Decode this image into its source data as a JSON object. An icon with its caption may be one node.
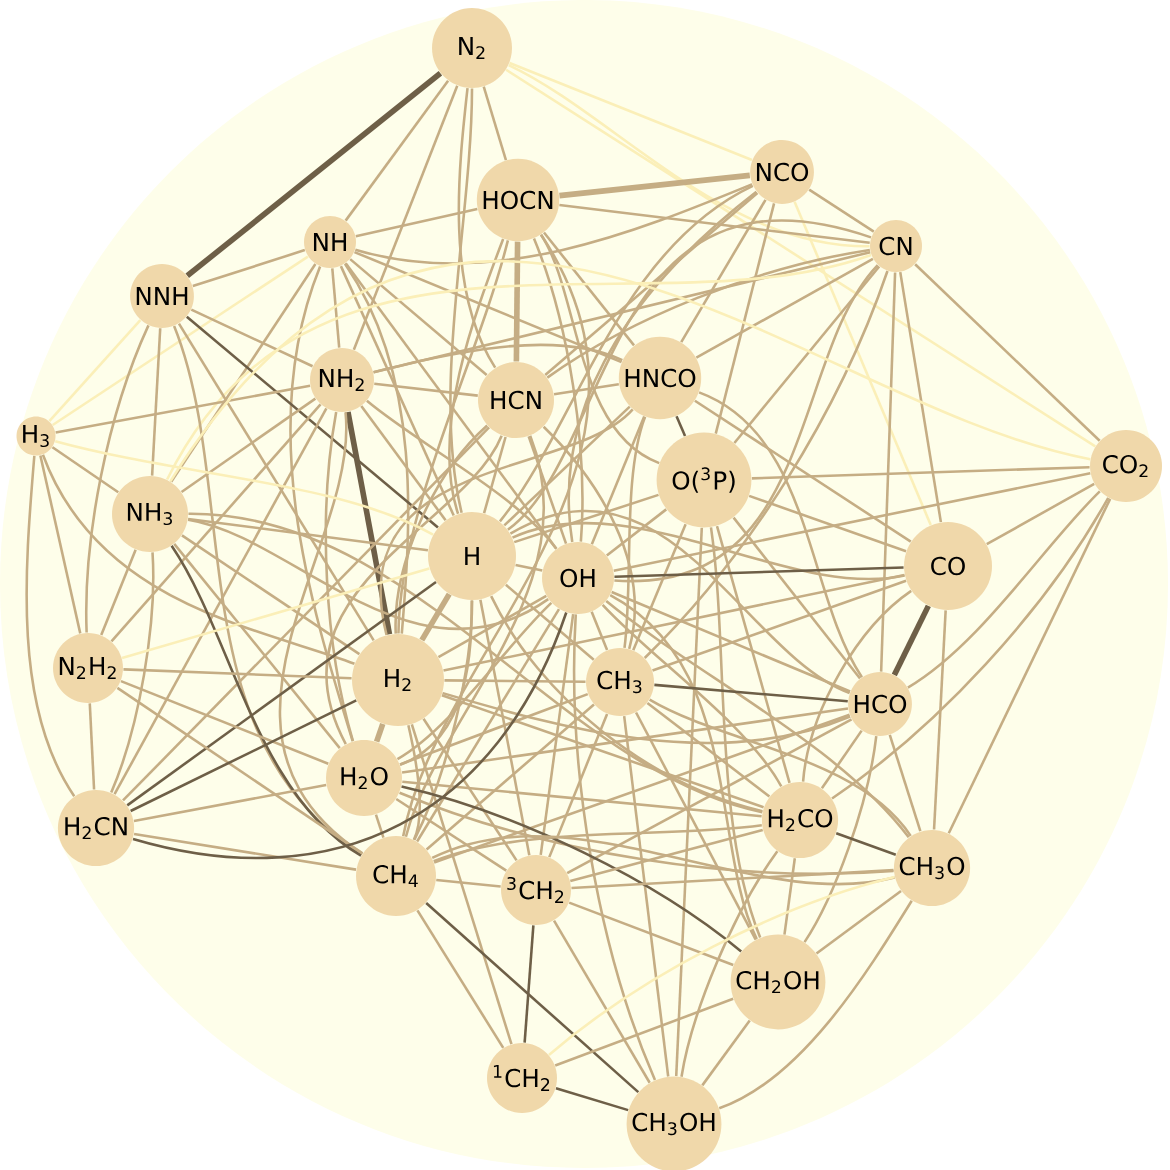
{
  "diagram": {
    "nodes": [
      {
        "text": [
          "N$_{2}$"
        ]
      },
      {
        "text": [
          "NCO"
        ]
      },
      {
        "text": [
          "HOCN"
        ]
      },
      {
        "text": [
          "NH"
        ]
      },
      {
        "text": [
          "CN"
        ]
      },
      {
        "text": [
          "NNH"
        ]
      },
      {
        "text": [
          "NH$_{2}$"
        ]
      },
      {
        "text": [
          "HCN"
        ]
      },
      {
        "text": [
          "HNCO"
        ]
      },
      {
        "text": [
          "H$_{3}$"
        ]
      },
      {
        "text": [
          "O($^{3}$P)"
        ]
      },
      {
        "text": [
          "CO$_{2}$"
        ]
      },
      {
        "text": [
          "NH$_{3}$"
        ]
      },
      {
        "text": [
          "H"
        ]
      },
      {
        "text": [
          "OH"
        ]
      },
      {
        "text": [
          "CO"
        ]
      },
      {
        "text": [
          "N$_{2}$H$_{2}$"
        ]
      },
      {
        "text": [
          "H$_{2}$"
        ]
      },
      {
        "text": [
          "CH$_{3}$"
        ]
      },
      {
        "text": [
          "HCO"
        ]
      },
      {
        "text": [
          "H$_{2}$O"
        ]
      },
      {
        "text": [
          "H$_{2}$CN"
        ]
      },
      {
        "text": [
          "CH$_{4}$"
        ]
      },
      {
        "text": [
          "$^{3}$CH$_{2}$"
        ]
      },
      {
        "text": [
          "H$_{2}$CO"
        ]
      },
      {
        "text": [
          "CH$_{3}$O"
        ]
      },
      {
        "text": [
          "CH$_{2}$OH"
        ]
      },
      {
        "text": [
          "$^{1}$CH$_{2}$"
        ]
      },
      {
        "text": [
          "CH$_{3}$OH"
        ]
      }
    ],
    "edges": [
      {
        "from": 0,
        "to": 5,
        "arrow": "none",
        "style": "thick",
        "color": "#6e5f47"
      },
      {
        "from": 0,
        "to": 3,
        "arrow": "none"
      },
      {
        "from": 0,
        "to": 2,
        "arrow": "none"
      },
      {
        "from": 0,
        "to": 7,
        "arrow": "none"
      },
      {
        "from": 0,
        "to": 1,
        "arrow": "none",
        "color": "#fbefb8"
      },
      {
        "from": 0,
        "to": 4,
        "arrow": "none",
        "color": "#fbefb8"
      },
      {
        "from": 0,
        "to": 11,
        "arrow": "none",
        "color": "#fbefb8"
      },
      {
        "from": 0,
        "to": 13,
        "arrow": "none"
      },
      {
        "from": 0,
        "to": 6,
        "arrow": "none"
      },
      {
        "from": 1,
        "to": 2,
        "arrow": "none",
        "style": "thick"
      },
      {
        "from": 1,
        "to": 4,
        "arrow": "none"
      },
      {
        "from": 1,
        "to": 8,
        "arrow": "none"
      },
      {
        "from": 1,
        "to": 7,
        "arrow": "none"
      },
      {
        "from": 1,
        "to": 14,
        "arrow": "none"
      },
      {
        "from": 1,
        "to": 10,
        "arrow": "none"
      },
      {
        "from": 1,
        "to": 15,
        "arrow": "none",
        "color": "#fbefb8"
      },
      {
        "from": 1,
        "to": 13,
        "arrow": "none"
      },
      {
        "from": 1,
        "to": 3,
        "arrow": "none"
      },
      {
        "from": 2,
        "to": 7,
        "arrow": "none",
        "style": "thick"
      },
      {
        "from": 2,
        "to": 13,
        "arrow": "none"
      },
      {
        "from": 2,
        "to": 14,
        "arrow": "none"
      },
      {
        "from": 2,
        "to": 8,
        "arrow": "none"
      },
      {
        "from": 2,
        "to": 3,
        "arrow": "none"
      },
      {
        "from": 2,
        "to": 4,
        "arrow": "none"
      },
      {
        "from": 2,
        "to": 22,
        "arrow": "none"
      },
      {
        "from": 2,
        "to": 17,
        "arrow": "none"
      },
      {
        "from": 2,
        "to": 10,
        "arrow": "none"
      },
      {
        "from": 3,
        "to": 5,
        "arrow": "none"
      },
      {
        "from": 3,
        "to": 6,
        "arrow": "none"
      },
      {
        "from": 3,
        "to": 13,
        "arrow": "none"
      },
      {
        "from": 3,
        "to": 17,
        "arrow": "none"
      },
      {
        "from": 3,
        "to": 7,
        "arrow": "none"
      },
      {
        "from": 3,
        "to": 8,
        "arrow": "none"
      },
      {
        "from": 3,
        "to": 14,
        "arrow": "none"
      },
      {
        "from": 3,
        "to": 12,
        "arrow": "none"
      },
      {
        "from": 3,
        "to": 9,
        "arrow": "none",
        "color": "#fbefb8"
      },
      {
        "from": 3,
        "to": 20,
        "arrow": "none"
      },
      {
        "from": 4,
        "to": 10,
        "arrow": "none"
      },
      {
        "from": 4,
        "to": 15,
        "arrow": "none"
      },
      {
        "from": 4,
        "to": 8,
        "arrow": "none"
      },
      {
        "from": 4,
        "to": 14,
        "arrow": "none"
      },
      {
        "from": 4,
        "to": 11,
        "arrow": "none"
      },
      {
        "from": 4,
        "to": 7,
        "arrow": "none"
      },
      {
        "from": 4,
        "to": 13,
        "arrow": "none"
      },
      {
        "from": 4,
        "to": 19,
        "arrow": "none"
      },
      {
        "from": 4,
        "to": 6,
        "arrow": "none"
      },
      {
        "from": 4,
        "to": 12,
        "arrow": "none",
        "color": "#fbefb8"
      },
      {
        "from": 4,
        "to": 18,
        "arrow": "none"
      },
      {
        "from": 5,
        "to": 9,
        "arrow": "none",
        "color": "#fbefb8"
      },
      {
        "from": 5,
        "to": 12,
        "arrow": "none"
      },
      {
        "from": 5,
        "to": 6,
        "arrow": "none"
      },
      {
        "from": 5,
        "to": 13,
        "arrow": "none",
        "color": "#6e5f47"
      },
      {
        "from": 5,
        "to": 17,
        "arrow": "none"
      },
      {
        "from": 5,
        "to": 16,
        "arrow": "none"
      },
      {
        "from": 5,
        "to": 22,
        "arrow": "none"
      },
      {
        "from": 6,
        "to": 12,
        "arrow": "none"
      },
      {
        "from": 6,
        "to": 9,
        "arrow": "none"
      },
      {
        "from": 6,
        "to": 13,
        "arrow": "none"
      },
      {
        "from": 6,
        "to": 17,
        "arrow": "none",
        "style": "thick",
        "color": "#6e5f47"
      },
      {
        "from": 6,
        "to": 7,
        "arrow": "none"
      },
      {
        "from": 6,
        "to": 8,
        "arrow": "none"
      },
      {
        "from": 6,
        "to": 14,
        "arrow": "none"
      },
      {
        "from": 6,
        "to": 20,
        "arrow": "none"
      },
      {
        "from": 6,
        "to": 22,
        "arrow": "none"
      },
      {
        "from": 6,
        "to": 16,
        "arrow": "none"
      },
      {
        "from": 6,
        "to": 21,
        "arrow": "none"
      },
      {
        "from": 7,
        "to": 8,
        "arrow": "none"
      },
      {
        "from": 7,
        "to": 13,
        "arrow": "none"
      },
      {
        "from": 7,
        "to": 14,
        "arrow": "none"
      },
      {
        "from": 7,
        "to": 21,
        "arrow": "none"
      },
      {
        "from": 7,
        "to": 17,
        "arrow": "none"
      },
      {
        "from": 7,
        "to": 18,
        "arrow": "none"
      },
      {
        "from": 7,
        "to": 22,
        "arrow": "none"
      },
      {
        "from": 7,
        "to": 20,
        "arrow": "none"
      },
      {
        "from": 8,
        "to": 10,
        "arrow": "none",
        "color": "#6e5f47"
      },
      {
        "from": 8,
        "to": 14,
        "arrow": "none"
      },
      {
        "from": 8,
        "to": 13,
        "arrow": "none"
      },
      {
        "from": 8,
        "to": 15,
        "arrow": "none"
      },
      {
        "from": 8,
        "to": 17,
        "arrow": "none"
      },
      {
        "from": 8,
        "to": 18,
        "arrow": "none"
      },
      {
        "from": 8,
        "to": 19,
        "arrow": "none"
      },
      {
        "from": 9,
        "to": 12,
        "arrow": "none"
      },
      {
        "from": 9,
        "to": 13,
        "arrow": "none",
        "color": "#fbefb8"
      },
      {
        "from": 9,
        "to": 16,
        "arrow": "none"
      },
      {
        "from": 9,
        "to": 17,
        "arrow": "none"
      },
      {
        "from": 9,
        "to": 21,
        "arrow": "none"
      },
      {
        "from": 10,
        "to": 11,
        "arrow": "none"
      },
      {
        "from": 10,
        "to": 14,
        "arrow": "none"
      },
      {
        "from": 10,
        "to": 15,
        "arrow": "none"
      },
      {
        "from": 10,
        "to": 18,
        "arrow": "none"
      },
      {
        "from": 10,
        "to": 19,
        "arrow": "none"
      },
      {
        "from": 10,
        "to": 13,
        "arrow": "none"
      },
      {
        "from": 10,
        "to": 24,
        "arrow": "none"
      },
      {
        "from": 10,
        "to": 26,
        "arrow": "none"
      },
      {
        "from": 10,
        "to": 28,
        "arrow": "none"
      },
      {
        "from": 11,
        "to": 15,
        "arrow": "none"
      },
      {
        "from": 11,
        "to": 19,
        "arrow": "none"
      },
      {
        "from": 11,
        "to": 14,
        "arrow": "none"
      },
      {
        "from": 11,
        "to": 25,
        "arrow": "none"
      },
      {
        "from": 11,
        "to": 24,
        "arrow": "none"
      },
      {
        "from": 11,
        "to": 12,
        "arrow": "none",
        "color": "#fbefb8"
      },
      {
        "from": 12,
        "to": 13,
        "arrow": "none"
      },
      {
        "from": 12,
        "to": 17,
        "arrow": "none"
      },
      {
        "from": 12,
        "to": 22,
        "arrow": "none",
        "color": "#6e5f47"
      },
      {
        "from": 12,
        "to": 14,
        "arrow": "none"
      },
      {
        "from": 12,
        "to": 20,
        "arrow": "none"
      },
      {
        "from": 12,
        "to": 16,
        "arrow": "none"
      },
      {
        "from": 12,
        "to": 21,
        "arrow": "none"
      },
      {
        "from": 12,
        "to": 24,
        "arrow": "none"
      },
      {
        "from": 13,
        "to": 14,
        "arrow": "none"
      },
      {
        "from": 13,
        "to": 17,
        "arrow": "none",
        "style": "thick"
      },
      {
        "from": 13,
        "to": 15,
        "arrow": "none"
      },
      {
        "from": 13,
        "to": 18,
        "arrow": "none"
      },
      {
        "from": 13,
        "to": 19,
        "arrow": "none"
      },
      {
        "from": 13,
        "to": 20,
        "arrow": "none"
      },
      {
        "from": 13,
        "to": 22,
        "arrow": "none"
      },
      {
        "from": 13,
        "to": 23,
        "arrow": "none"
      },
      {
        "from": 13,
        "to": 24,
        "arrow": "none"
      },
      {
        "from": 13,
        "to": 21,
        "arrow": "none",
        "color": "#6e5f47"
      },
      {
        "from": 13,
        "to": 16,
        "arrow": "none",
        "color": "#fbefb8"
      },
      {
        "from": 14,
        "to": 15,
        "arrow": "none",
        "color": "#6e5f47"
      },
      {
        "from": 14,
        "to": 17,
        "arrow": "none"
      },
      {
        "from": 14,
        "to": 18,
        "arrow": "none"
      },
      {
        "from": 14,
        "to": 19,
        "arrow": "none"
      },
      {
        "from": 14,
        "to": 20,
        "arrow": "none"
      },
      {
        "from": 14,
        "to": 22,
        "arrow": "none"
      },
      {
        "from": 14,
        "to": 23,
        "arrow": "none"
      },
      {
        "from": 14,
        "to": 24,
        "arrow": "none"
      },
      {
        "from": 14,
        "to": 25,
        "arrow": "none"
      },
      {
        "from": 14,
        "to": 26,
        "arrow": "none"
      },
      {
        "from": 14,
        "to": 28,
        "arrow": "none"
      },
      {
        "from": 15,
        "to": 19,
        "arrow": "none",
        "style": "thick",
        "color": "#6e5f47"
      },
      {
        "from": 15,
        "to": 24,
        "arrow": "none"
      },
      {
        "from": 15,
        "to": 25,
        "arrow": "none"
      },
      {
        "from": 15,
        "to": 18,
        "arrow": "none"
      },
      {
        "from": 15,
        "to": 17,
        "arrow": "none"
      },
      {
        "from": 16,
        "to": 17,
        "arrow": "none"
      },
      {
        "from": 16,
        "to": 21,
        "arrow": "none"
      },
      {
        "from": 16,
        "to": 22,
        "arrow": "none"
      },
      {
        "from": 16,
        "to": 20,
        "arrow": "none"
      },
      {
        "from": 17,
        "to": 18,
        "arrow": "none"
      },
      {
        "from": 17,
        "to": 20,
        "arrow": "none",
        "style": "thick"
      },
      {
        "from": 17,
        "to": 22,
        "arrow": "none"
      },
      {
        "from": 17,
        "to": 23,
        "arrow": "none"
      },
      {
        "from": 17,
        "to": 24,
        "arrow": "none"
      },
      {
        "from": 17,
        "to": 19,
        "arrow": "none"
      },
      {
        "from": 17,
        "to": 21,
        "arrow": "none",
        "color": "#6e5f47"
      },
      {
        "from": 17,
        "to": 27,
        "arrow": "none"
      },
      {
        "from": 18,
        "to": 19,
        "arrow": "none",
        "color": "#6e5f47"
      },
      {
        "from": 18,
        "to": 22,
        "arrow": "none"
      },
      {
        "from": 18,
        "to": 23,
        "arrow": "none"
      },
      {
        "from": 18,
        "to": 24,
        "arrow": "none"
      },
      {
        "from": 18,
        "to": 25,
        "arrow": "none"
      },
      {
        "from": 18,
        "to": 26,
        "arrow": "none"
      },
      {
        "from": 18,
        "to": 28,
        "arrow": "none"
      },
      {
        "from": 18,
        "to": 20,
        "arrow": "none"
      },
      {
        "from": 19,
        "to": 24,
        "arrow": "none"
      },
      {
        "from": 19,
        "to": 25,
        "arrow": "none"
      },
      {
        "from": 19,
        "to": 20,
        "arrow": "none"
      },
      {
        "from": 19,
        "to": 22,
        "arrow": "none"
      },
      {
        "from": 19,
        "to": 23,
        "arrow": "none"
      },
      {
        "from": 19,
        "to": 26,
        "arrow": "none"
      },
      {
        "from": 20,
        "to": 22,
        "arrow": "none"
      },
      {
        "from": 20,
        "to": 24,
        "arrow": "none"
      },
      {
        "from": 20,
        "to": 23,
        "arrow": "none"
      },
      {
        "from": 20,
        "to": 25,
        "arrow": "none"
      },
      {
        "from": 20,
        "to": 26,
        "arrow": "none",
        "color": "#6e5f47"
      },
      {
        "from": 20,
        "to": 21,
        "arrow": "none"
      },
      {
        "from": 21,
        "to": 22,
        "arrow": "none"
      },
      {
        "from": 21,
        "to": 14,
        "arrow": "none",
        "color": "#6e5f47"
      },
      {
        "from": 22,
        "to": 23,
        "arrow": "none"
      },
      {
        "from": 22,
        "to": 24,
        "arrow": "none"
      },
      {
        "from": 22,
        "to": 27,
        "arrow": "none"
      },
      {
        "from": 22,
        "to": 28,
        "arrow": "none",
        "color": "#6e5f47"
      },
      {
        "from": 22,
        "to": 25,
        "arrow": "none"
      },
      {
        "from": 23,
        "to": 24,
        "arrow": "none"
      },
      {
        "from": 23,
        "to": 27,
        "arrow": "none",
        "color": "#6e5f47"
      },
      {
        "from": 23,
        "to": 28,
        "arrow": "none"
      },
      {
        "from": 23,
        "to": 26,
        "arrow": "none"
      },
      {
        "from": 23,
        "to": 25,
        "arrow": "none"
      },
      {
        "from": 24,
        "to": 25,
        "arrow": "none",
        "color": "#6e5f47"
      },
      {
        "from": 24,
        "to": 26,
        "arrow": "none"
      },
      {
        "from": 24,
        "to": 28,
        "arrow": "none"
      },
      {
        "from": 25,
        "to": 26,
        "arrow": "none"
      },
      {
        "from": 25,
        "to": 28,
        "arrow": "none"
      },
      {
        "from": 25,
        "to": 27,
        "arrow": "none",
        "color": "#fbefb8"
      },
      {
        "from": 26,
        "to": 28,
        "arrow": "none"
      },
      {
        "from": 26,
        "to": 27,
        "arrow": "none"
      },
      {
        "from": 27,
        "to": 28,
        "arrow": "none",
        "color": "#6e5f47"
      }
    ]
  }
}
